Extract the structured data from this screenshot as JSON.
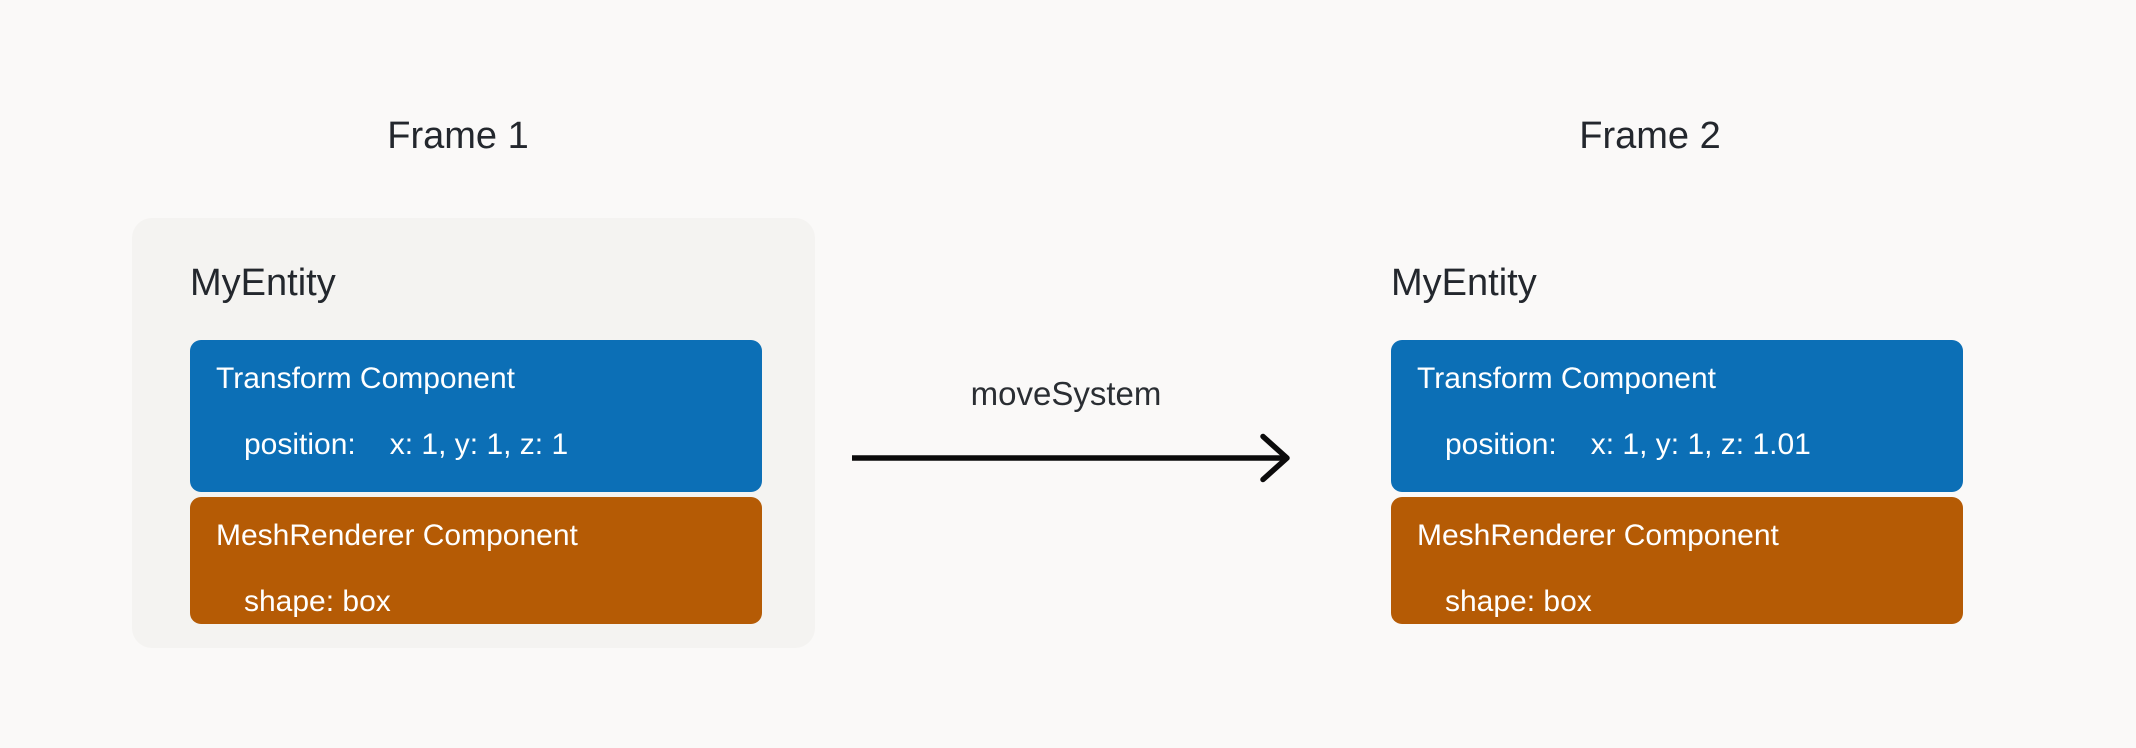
{
  "page": {
    "background": "#FAF9F8"
  },
  "colors": {
    "transform_component": "#0C6FB6",
    "meshrenderer_component": "#B55B05",
    "entity_card_background": "#F4F3F1",
    "heading_text": "#23272D",
    "component_text": "#FFFFFF",
    "arrow": "#0B0B0B"
  },
  "frames": {
    "frame1_label": "Frame 1",
    "frame2_label": "Frame 2"
  },
  "arrow": {
    "label": "moveSystem"
  },
  "entities": {
    "frame1": {
      "name": "MyEntity",
      "transform": {
        "title": "Transform Component",
        "prop_label": "position:",
        "prop_value": "x: 1, y: 1, z: 1"
      },
      "mesh": {
        "title": "MeshRenderer Component",
        "prop_value": "shape: box"
      }
    },
    "frame2": {
      "name": "MyEntity",
      "transform": {
        "title": "Transform Component",
        "prop_label": "position:",
        "prop_value": "x: 1, y: 1, z: 1.01"
      },
      "mesh": {
        "title": "MeshRenderer Component",
        "prop_value": "shape: box"
      }
    }
  }
}
